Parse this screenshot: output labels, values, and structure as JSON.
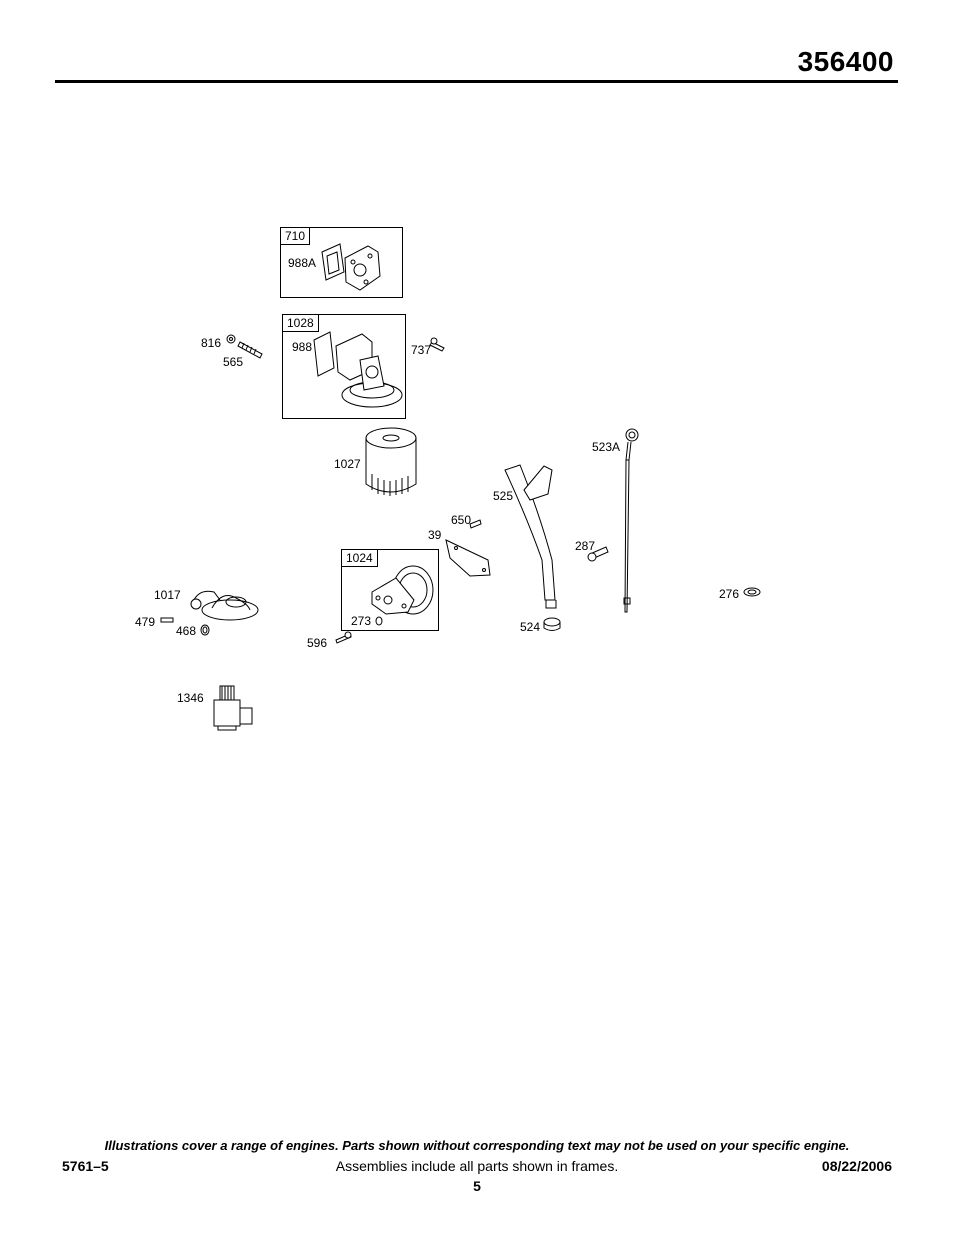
{
  "header": {
    "model_number": "356400"
  },
  "frames": [
    {
      "tag": "710"
    },
    {
      "tag": "1028"
    },
    {
      "tag": "1024"
    }
  ],
  "parts": {
    "p988a": "988A",
    "p816": "816",
    "p565": "565",
    "p988": "988",
    "p737": "737",
    "p1027": "1027",
    "p523a": "523A",
    "p525": "525",
    "p650": "650",
    "p39": "39",
    "p287": "287",
    "p1017": "1017",
    "p276": "276",
    "p479": "479",
    "p468": "468",
    "p273": "273",
    "p524": "524",
    "p596": "596",
    "p1346": "1346"
  },
  "footer": {
    "disclaimer": "Illustrations cover a range of engines. Parts shown without corresponding text may not be used on your specific engine.",
    "doc_number": "5761–5",
    "assemblies_note": "Assemblies include all parts shown in frames.",
    "date": "08/22/2006",
    "page_number": "5"
  }
}
